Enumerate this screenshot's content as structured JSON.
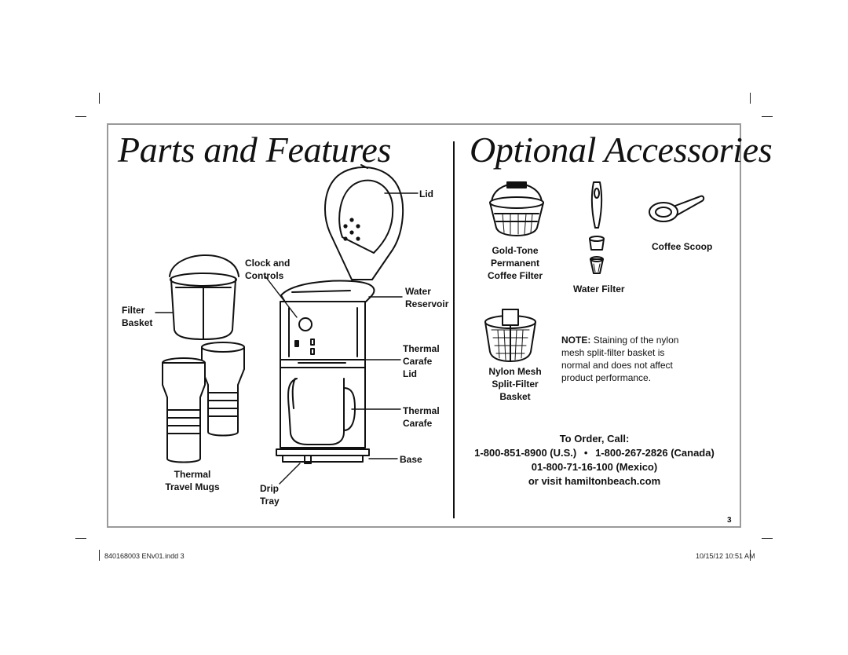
{
  "left_panel": {
    "title": "Parts and Features",
    "labels": {
      "lid": "Lid",
      "clock_line1": "Clock and",
      "clock_line2": "Controls",
      "water_line1": "Water",
      "water_line2": "Reservoir",
      "filter_line1": "Filter",
      "filter_line2": "Basket",
      "thermal_lid_line1": "Thermal",
      "thermal_lid_line2": "Carafe",
      "thermal_lid_line3": "Lid",
      "thermal_carafe_line1": "Thermal",
      "thermal_carafe_line2": "Carafe",
      "base": "Base",
      "mugs_line1": "Thermal",
      "mugs_line2": "Travel Mugs",
      "drip_line1": "Drip",
      "drip_line2": "Tray"
    }
  },
  "right_panel": {
    "title": "Optional Accessories",
    "labels": {
      "gold_line1": "Gold-Tone",
      "gold_line2": "Permanent",
      "gold_line3": "Coffee Filter",
      "coffee_scoop": "Coffee Scoop",
      "water_filter": "Water Filter",
      "nylon_line1": "Nylon Mesh",
      "nylon_line2": "Split-Filter",
      "nylon_line3": "Basket"
    },
    "note": {
      "prefix": "NOTE:",
      "text": "Staining of the nylon mesh split-filter basket is normal and does not affect product performance."
    },
    "order": {
      "heading": "To Order, Call:",
      "phone_us": "1-800-851-8900 (U.S.)",
      "bullet": "•",
      "phone_canada": "1-800-267-2826 (Canada)",
      "phone_mexico": "01-800-71-16-100 (Mexico)",
      "website": "or visit hamiltonbeach.com"
    }
  },
  "page_number": "3",
  "footer": {
    "file": "840168003 ENv01.indd   3",
    "date": "10/15/12   10:51 AM"
  }
}
